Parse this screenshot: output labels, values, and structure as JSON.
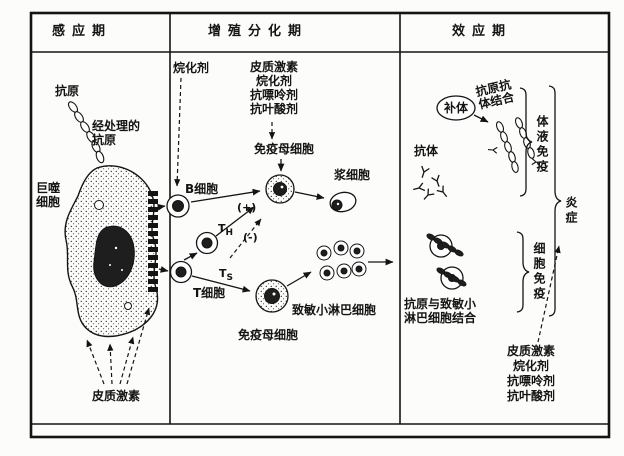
{
  "colors": {
    "ink": "#141414",
    "paper": "#fcfcfa"
  },
  "headers": {
    "phase1": "感应期",
    "phase2": "增殖分化期",
    "phase3": "效应期"
  },
  "phase1": {
    "antigen": "抗原",
    "processed_antigen": "经处理的\n抗原",
    "macrophage": "巨噬\n细胞",
    "corticosteroid": "皮质激素"
  },
  "phase2": {
    "alkylating_agent": "烷化剂",
    "inhibitor_list": "皮质激素\n烷化剂\n抗嘌呤剂\n抗叶酸剂",
    "immunoblast_top": "免疫母细胞",
    "b_cell": "B细胞",
    "plasma_cell": "浆细胞",
    "t_helper_main": "T",
    "t_helper_sub": "H",
    "t_suppressor_main": "T",
    "t_suppressor_sub": "S",
    "plus": "(+)",
    "minus": "(-)",
    "t_cell": "T细胞",
    "immunoblast_bottom": "免疫母细胞",
    "sensitized_lymphocytes": "致敏小淋巴细胞"
  },
  "phase3": {
    "complement": "补体",
    "antigen_antibody_binding": "抗原抗\n体结合",
    "antibody": "抗体",
    "humoral_immunity": "体液免疫",
    "cellular_immunity": "细胞免疫",
    "inflammation": "炎症",
    "antigen_sensitized_binding": "抗原与致敏小\n淋巴细胞结合",
    "inhibitor_list": "皮质激素\n烷化剂\n抗嘌呤剂\n抗叶酸剂"
  }
}
